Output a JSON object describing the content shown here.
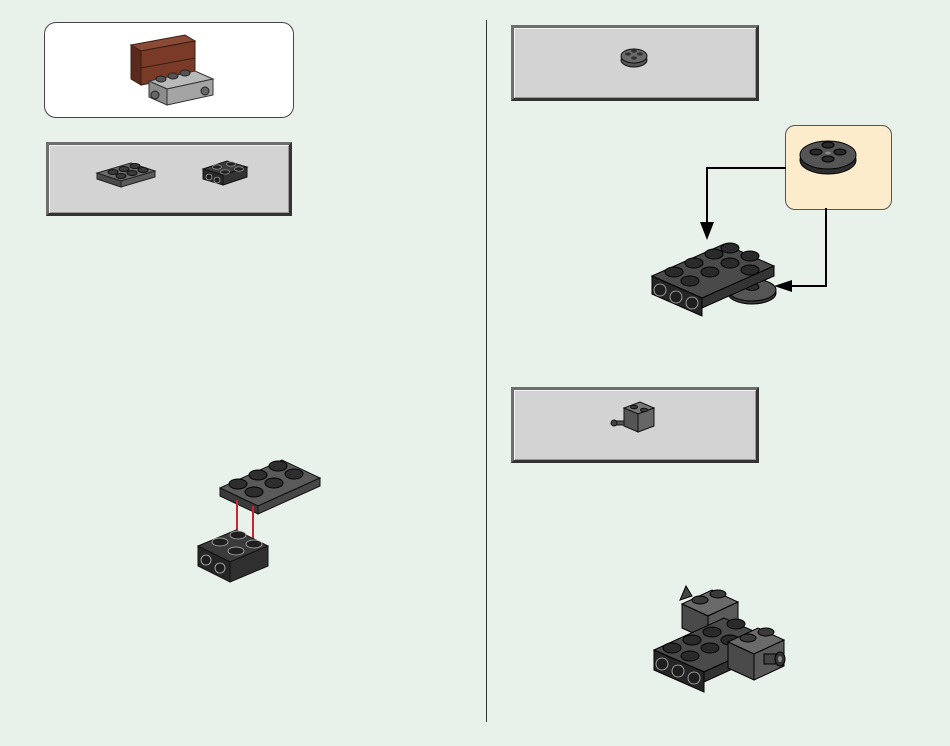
{
  "page": {
    "background": "#e9f2ea",
    "accent_arrow_red": "#cc2233",
    "callout_fill": "#fdeccb",
    "parts_box_fill": "#d3d3d3"
  },
  "steps": [
    {
      "id": "step-a",
      "parts": [
        "plate-2x3-dark-gray",
        "plate-2x2-with-pins-black"
      ],
      "arrow_color": "red"
    },
    {
      "id": "step-b",
      "parts": [
        "round-plate-2x2-dark-gray"
      ],
      "sub_assembly_callout": true,
      "arrow_color": "black"
    },
    {
      "id": "step-c",
      "parts": [
        "brick-1x2-with-pin-dark-gray"
      ]
    }
  ],
  "icons": [
    "brick-stack-icon",
    "plate-icon",
    "round-plate-icon",
    "brick-with-pin-icon",
    "arrow-icon"
  ]
}
